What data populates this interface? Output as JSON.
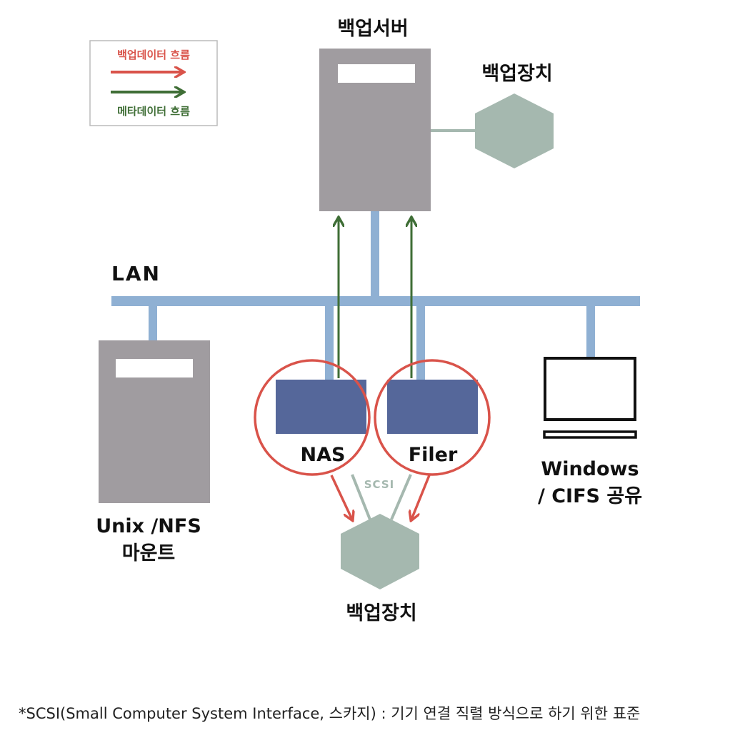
{
  "legend": {
    "backup_flow": "백업데이터 흐름",
    "metadata_flow": "메타데이터 흐름"
  },
  "nodes": {
    "backup_server": "백업서버",
    "backup_device_top": "백업장치",
    "backup_device_bottom": "백업장치",
    "lan": "LAN",
    "unix_line1": "Unix /NFS",
    "unix_line2": "마운트",
    "nas": "NAS",
    "filer": "Filer",
    "scsi": "SCSI",
    "windows_line1": "Windows",
    "windows_line2": "/ CIFS 공유"
  },
  "footnote": "*SCSI(Small Computer System Interface, 스카지) : 기기 연결 직렬 방식으로 하기 위한 표준",
  "colors": {
    "red_flow": "#d9534a",
    "green_flow": "#3f6e36",
    "lan": "#8fb0d3",
    "server": "#a09ca0",
    "storage": "#55679a",
    "device": "#a5b8af"
  }
}
